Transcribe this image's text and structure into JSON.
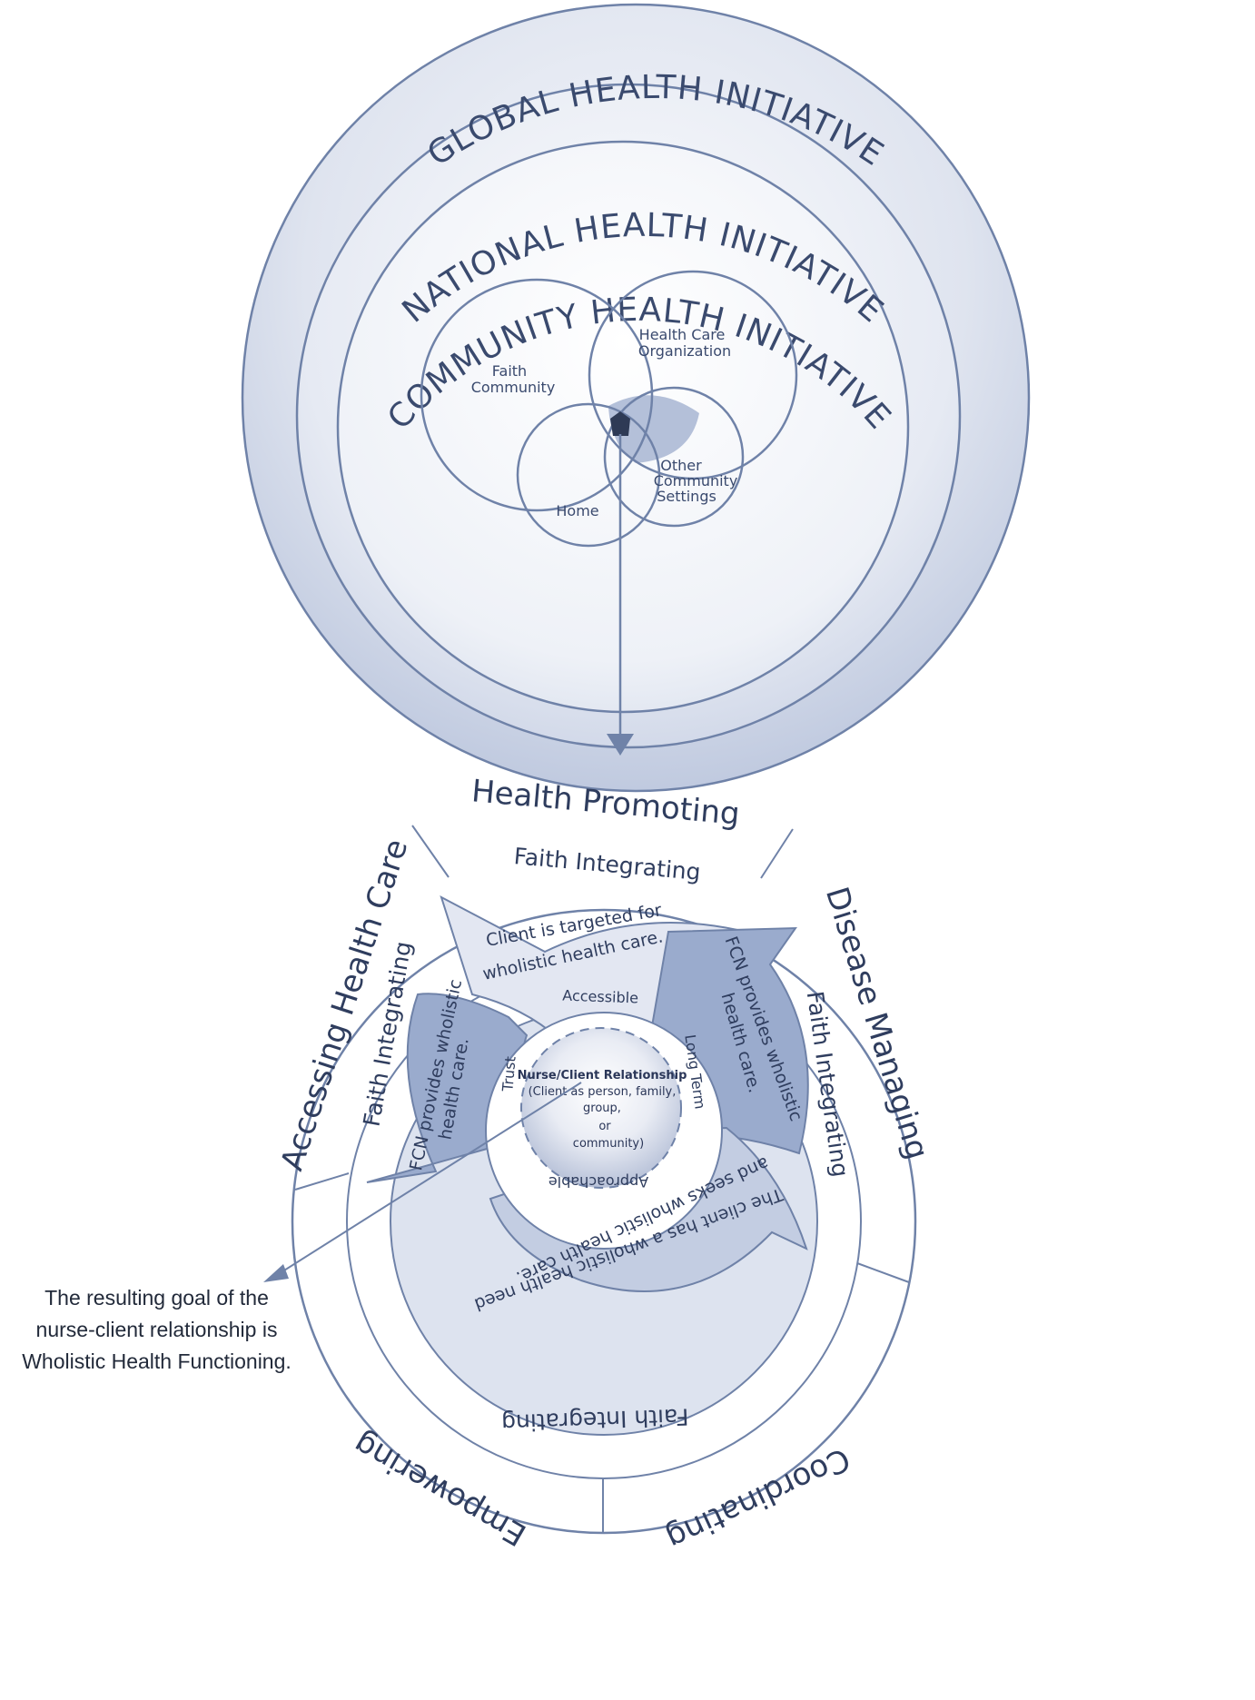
{
  "top_diagram": {
    "rings": {
      "global": "GLOBAL HEALTH INITIATIVE",
      "national": "NATIONAL HEALTH INITIATIVE",
      "community": "COMMUNITY HEALTH INITIATIVE"
    },
    "venn": {
      "faith_community": [
        "Faith",
        "Community"
      ],
      "health_care_org": [
        "Health Care",
        "Organization"
      ],
      "home": "Home",
      "other_settings": [
        "Other",
        "Community",
        "Settings"
      ]
    }
  },
  "bottom_diagram": {
    "outer_segments": {
      "top": "Health Promoting",
      "left": "Accessing Health Care",
      "right": "Disease Managing",
      "bottom_left": "Empowering",
      "bottom_right": "Coordinating"
    },
    "faith_ring": {
      "top": "Faith Integrating",
      "left": "Faith Integrating",
      "right": "Faith Integrating",
      "bottom": "Faith Integrating"
    },
    "arrows": {
      "top": [
        "Client is targeted for",
        "wholistic health care."
      ],
      "right": [
        "FCN provides wholistic",
        "health care."
      ],
      "left": [
        "FCN provides wholistic",
        "health care."
      ],
      "bottom": [
        "The client has a wholistic health need",
        "and seeks wholistic health care."
      ]
    },
    "inner_ring": {
      "top": "Accessible",
      "left": "Trust",
      "right": "Long Term",
      "bottom": "Approachable"
    },
    "center": {
      "title": "Nurse/Client Relationship",
      "lines": [
        "(Client as person, family,",
        "group,",
        "or",
        "community)"
      ]
    }
  },
  "goal_note": [
    "The resulting goal of the",
    "nurse-client relationship is",
    "Wholistic Health Functioning."
  ],
  "colors": {
    "line": "#6f82a8",
    "text": "#2f3d5e",
    "light_fill": "#dfe4ef",
    "mid_fill": "#9fb0cf",
    "dark_arrow": "#8a9dc2"
  }
}
